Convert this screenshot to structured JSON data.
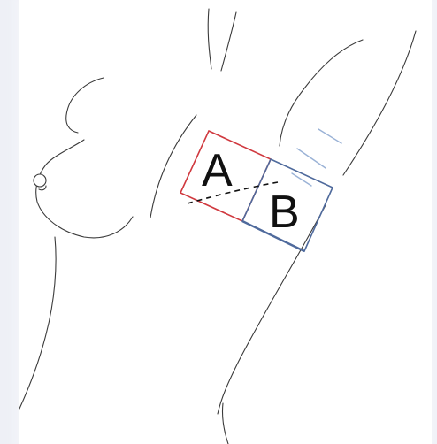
{
  "figure": {
    "region_a": {
      "label": "A",
      "color": "#d0393f"
    },
    "region_b": {
      "label": "B",
      "color": "#4f6a9c"
    },
    "outline_color": "#3a3a3a",
    "skin_lines_color": "#9ab2d6",
    "incision_style": "dashed"
  }
}
